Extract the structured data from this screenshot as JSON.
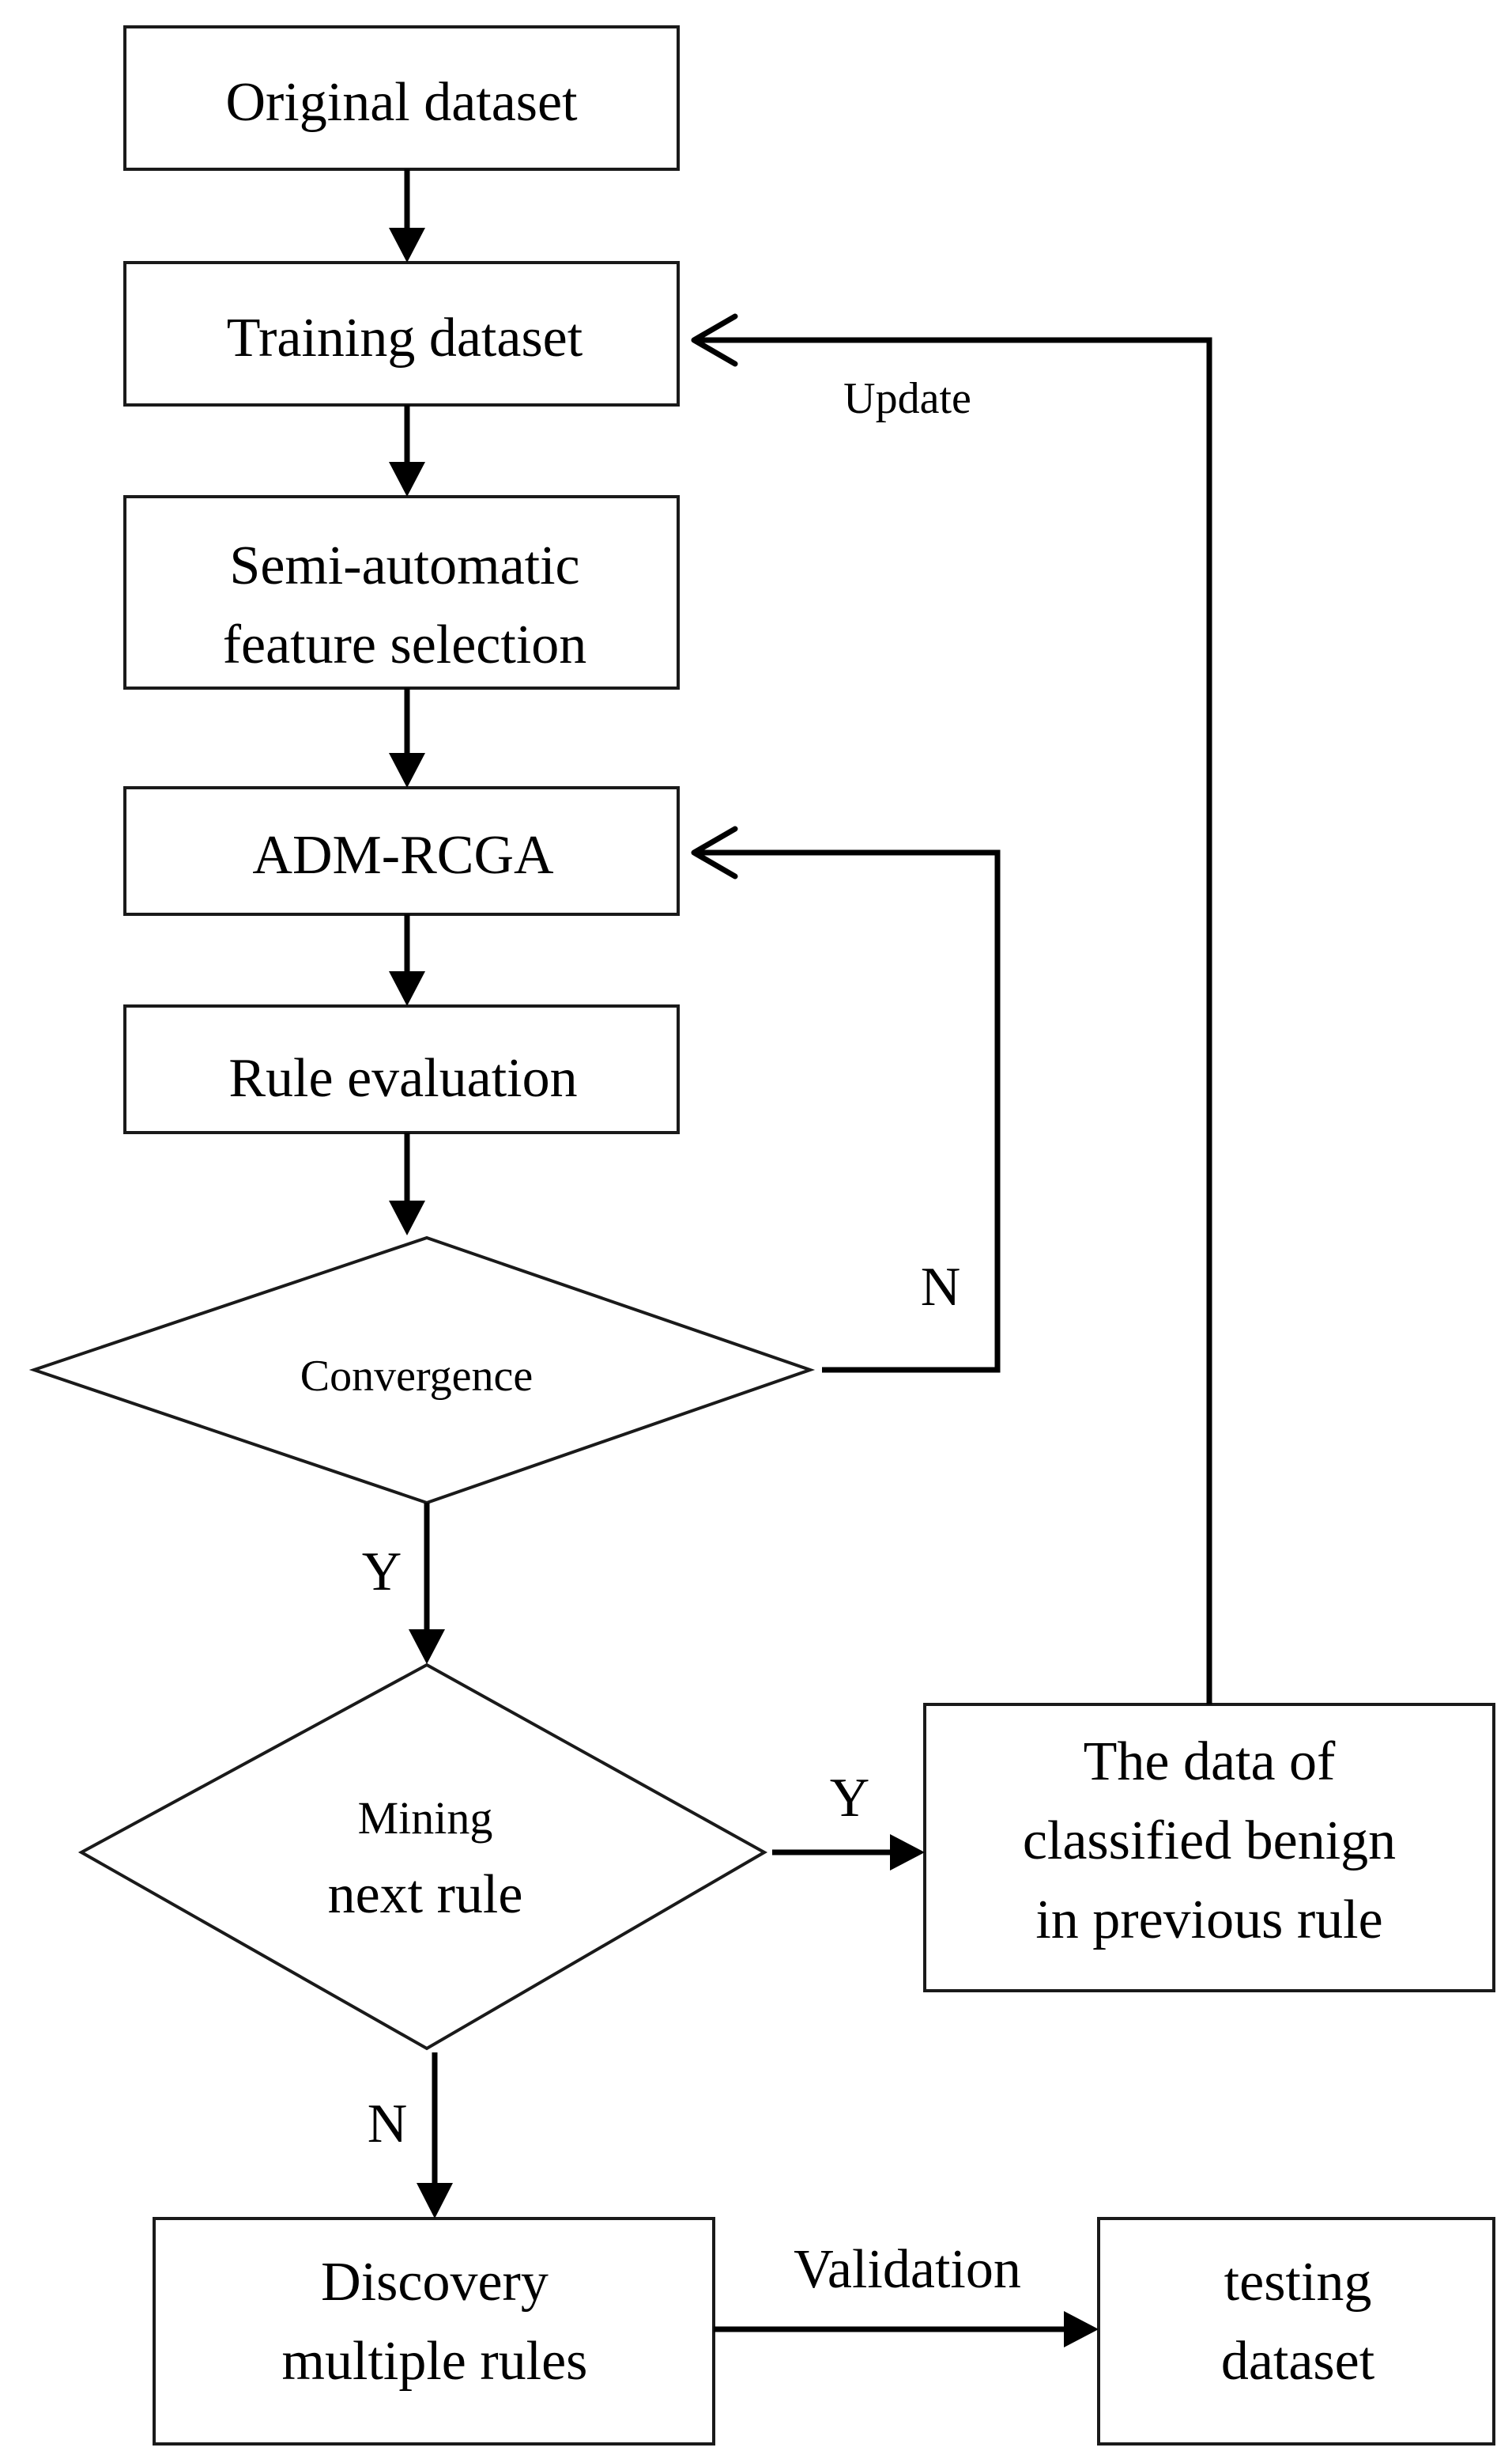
{
  "nodes": {
    "original_dataset": "Original dataset",
    "training_dataset": "Training dataset",
    "feature_selection": [
      "Semi-automatic",
      "feature selection"
    ],
    "adm_rcga": "ADM-RCGA",
    "rule_evaluation": "Rule evaluation",
    "convergence": "Convergence",
    "mining_next_rule": [
      "Mining",
      "next rule"
    ],
    "benign_data": [
      "The data of",
      "classified benign",
      "in previous rule"
    ],
    "discovery_rules": [
      "Discovery",
      "multiple rules"
    ],
    "testing_dataset": [
      "testing",
      "dataset"
    ]
  },
  "edge_labels": {
    "update": "Update",
    "convergence_no": "N",
    "convergence_yes": "Y",
    "mining_yes": "Y",
    "mining_no": "N",
    "validation": "Validation"
  }
}
